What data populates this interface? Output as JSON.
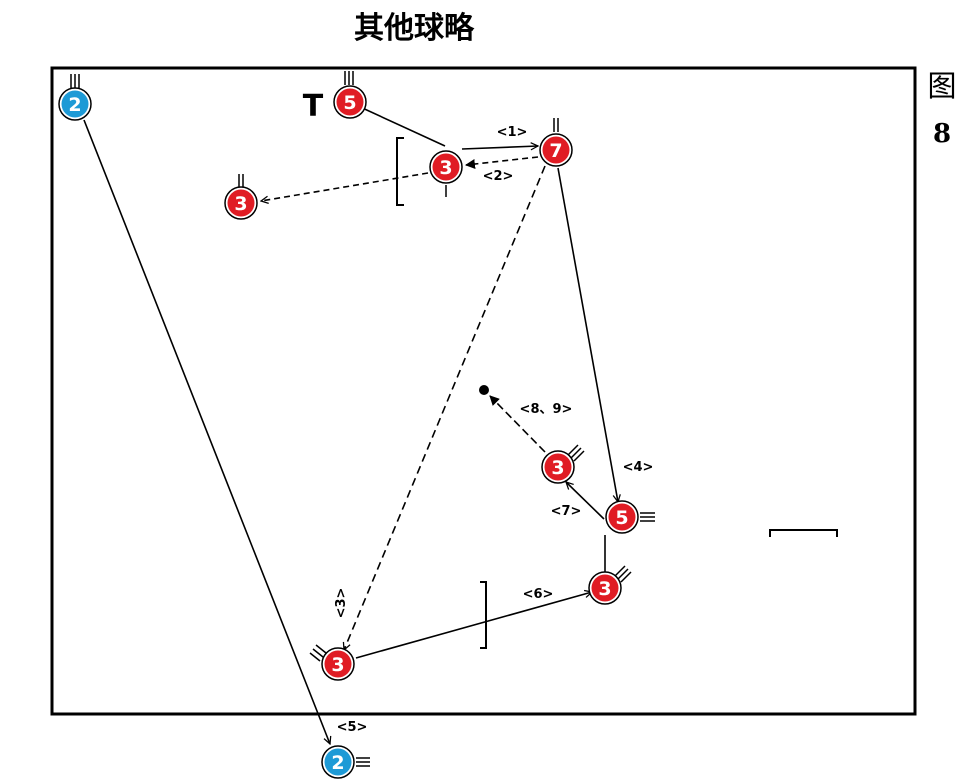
{
  "title": "其他球略",
  "figure": {
    "label": "图",
    "number": "8"
  },
  "colors": {
    "red_player": "#e01c24",
    "blue_player": "#1d9ad6",
    "line": "#000000",
    "court_border": "#000000"
  },
  "players": [
    {
      "id": "p2-top",
      "number": "2",
      "team": "blue"
    },
    {
      "id": "p5-top",
      "number": "5",
      "team": "red"
    },
    {
      "id": "p3-a",
      "number": "3",
      "team": "red"
    },
    {
      "id": "p7",
      "number": "7",
      "team": "red"
    },
    {
      "id": "p3-b",
      "number": "3",
      "team": "red"
    },
    {
      "id": "p3-c",
      "number": "3",
      "team": "red"
    },
    {
      "id": "p5-mid",
      "number": "5",
      "team": "red"
    },
    {
      "id": "p3-d",
      "number": "3",
      "team": "red"
    },
    {
      "id": "p3-e",
      "number": "3",
      "team": "red"
    },
    {
      "id": "p2-bottom",
      "number": "2",
      "team": "blue"
    }
  ],
  "paths": [
    {
      "label": "<1>",
      "style": "solid"
    },
    {
      "label": "<2>",
      "style": "dashed"
    },
    {
      "label": "<3>",
      "style": "dashed"
    },
    {
      "label": "<4>",
      "style": "solid"
    },
    {
      "label": "<5>",
      "style": "solid"
    },
    {
      "label": "<6>",
      "style": "solid"
    },
    {
      "label": "<7>",
      "style": "solid"
    },
    {
      "label": "<8、9>",
      "style": "dashed"
    }
  ],
  "symbols": {
    "t_marker": "T"
  }
}
